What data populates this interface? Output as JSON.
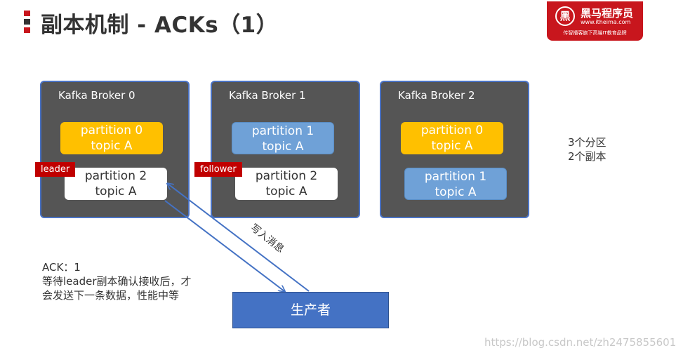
{
  "slide": {
    "title": "副本机制 - ACKs（1）",
    "logo": {
      "mark": "黑",
      "brand": "黑马程序员",
      "url": "www.itheima.com",
      "slogan": "传智播客旗下高端IT教育品牌"
    },
    "brokers": [
      {
        "name": "Kafka Broker 0",
        "partitions": [
          {
            "line1": "partition 0",
            "line2": "topic A"
          },
          {
            "line1": "partition 2",
            "line2": "topic A"
          }
        ],
        "tag": "leader"
      },
      {
        "name": "Kafka Broker 1",
        "partitions": [
          {
            "line1": "partition 1",
            "line2": "topic A"
          },
          {
            "line1": "partition 2",
            "line2": "topic A"
          }
        ],
        "tag": "follower"
      },
      {
        "name": "Kafka Broker 2",
        "partitions": [
          {
            "line1": "partition 0",
            "line2": "topic A"
          },
          {
            "line1": "partition 1",
            "line2": "topic A"
          }
        ]
      }
    ],
    "side_note": [
      "3个分区",
      "2个副本"
    ],
    "arrow_label": "写入消息",
    "ack_note": [
      "ACK：1",
      "等待leader副本确认接收后，才",
      "会发送下一条数据，性能中等"
    ],
    "producer": "生产者",
    "watermark": "https://blog.csdn.net/zh2475855601"
  }
}
